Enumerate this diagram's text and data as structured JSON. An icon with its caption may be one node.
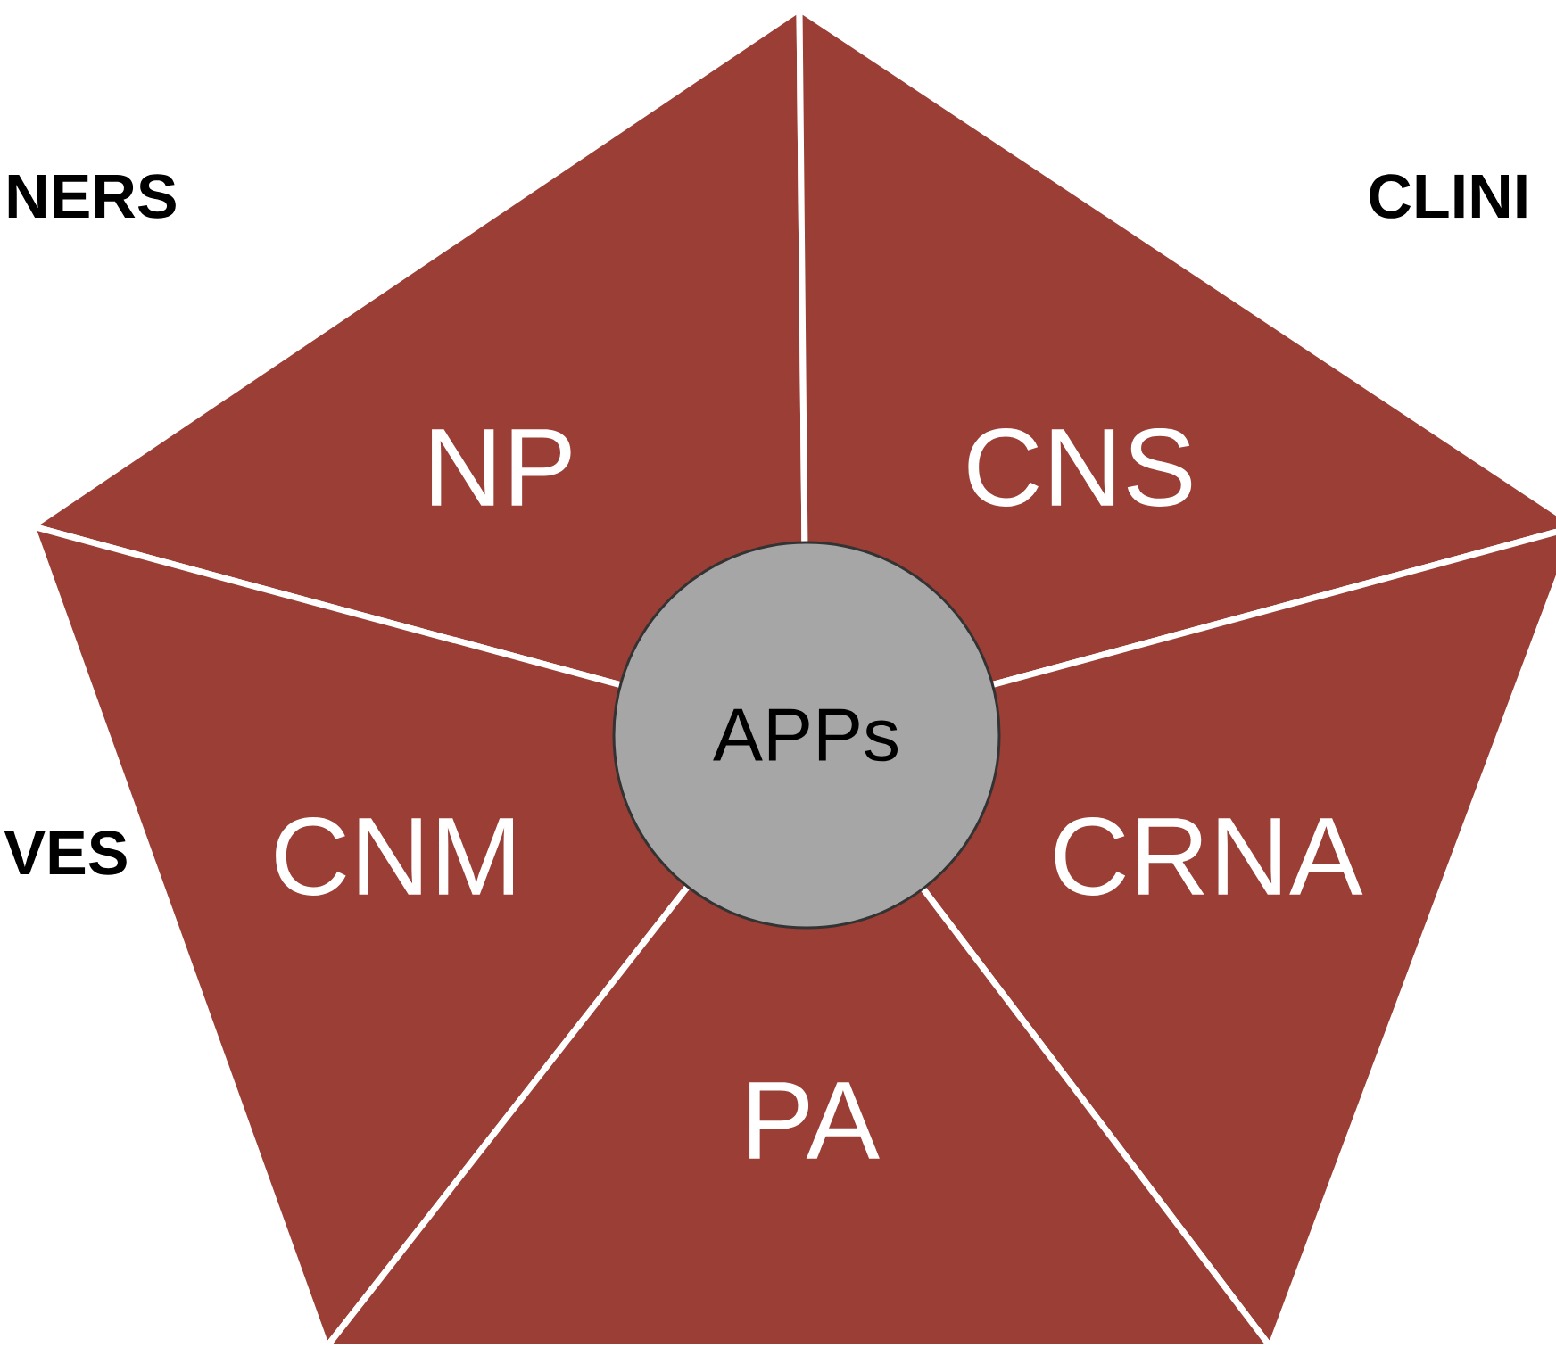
{
  "diagram": {
    "nodes": [
      {
        "text": [
          "NP"
        ]
      },
      {
        "text": [
          "CNS"
        ]
      },
      {
        "text": [
          "APPs"
        ]
      },
      {
        "text": [
          "CNM"
        ]
      },
      {
        "text": [
          "CRNA"
        ]
      },
      {
        "text": [
          "PA"
        ]
      }
    ],
    "labels": [
      "NERS",
      "CLINI",
      "VES"
    ]
  }
}
